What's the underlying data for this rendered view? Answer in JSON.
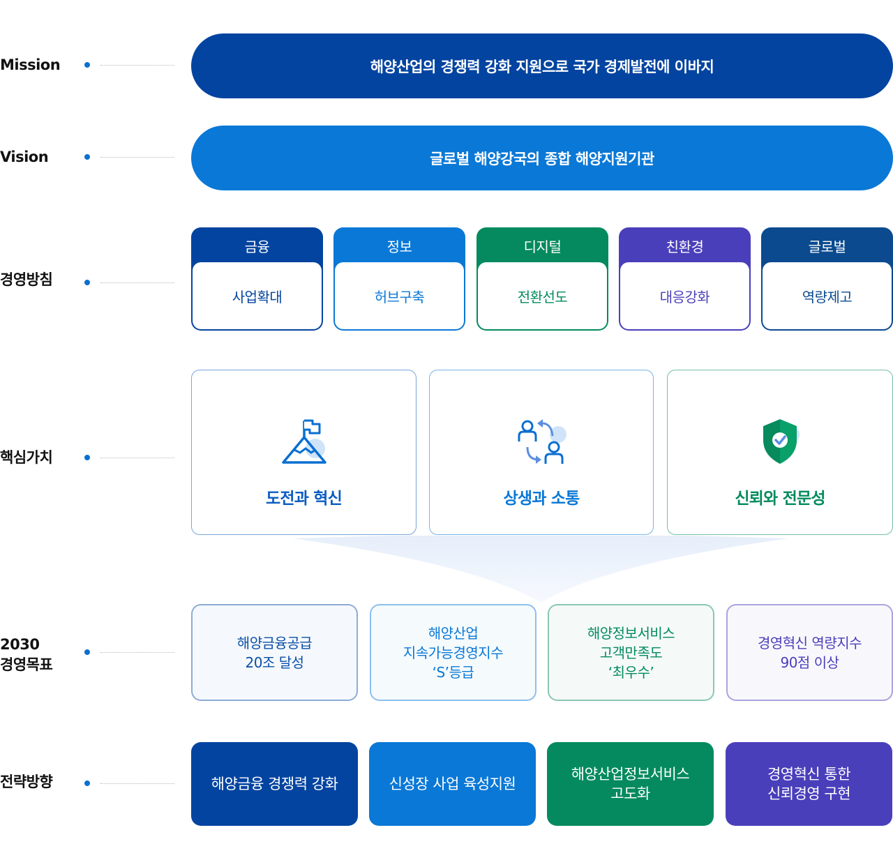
{
  "labels": {
    "mission": "Mission",
    "vision": "Vision",
    "policy": "경영방침",
    "core_values": "핵심가치",
    "goals_line1": "2030",
    "goals_line2": "경영목표",
    "strategy": "전략방향"
  },
  "mission_text": "해양산업의 경쟁력 강화 지원으로 국가 경제발전에 이바지",
  "vision_text": "글로벌 해양강국의 종합 해양지원기관",
  "policies": [
    {
      "head": "금융",
      "body": "사업확대",
      "color": "#0344a0"
    },
    {
      "head": "정보",
      "body": "허브구축",
      "color": "#0a78d6"
    },
    {
      "head": "디지털",
      "body": "전환선도",
      "color": "#048a5e"
    },
    {
      "head": "친환경",
      "body": "대응강화",
      "color": "#4a3fba"
    },
    {
      "head": "글로벌",
      "body": "역량제고",
      "color": "#0b4a8f"
    }
  ],
  "core_values": [
    {
      "text": "도전과 혁신",
      "icon": "mountain-flag-icon",
      "color": "#0a5cc2"
    },
    {
      "text": "상생과 소통",
      "icon": "people-exchange-icon",
      "color": "#0a78d6"
    },
    {
      "text": "신뢰와 전문성",
      "icon": "shield-check-icon",
      "color": "#048a5e"
    }
  ],
  "goals": [
    {
      "text": "해양금융공급\n20조 달성",
      "color": "#0a4fa8"
    },
    {
      "text": "해양산업\n지속가능경영지수\n‘S’등급",
      "color": "#0a78d6"
    },
    {
      "text": "해양정보서비스\n고객만족도\n‘최우수’",
      "color": "#048a5e"
    },
    {
      "text": "경영혁신 역량지수\n90점 이상",
      "color": "#4a3fba"
    }
  ],
  "strategies": [
    {
      "text": "해양금융 경쟁력 강화",
      "color": "#0344a0"
    },
    {
      "text": "신성장 사업 육성지원",
      "color": "#0a78d6"
    },
    {
      "text": "해양산업정보서비스\n고도화",
      "color": "#048a5e"
    },
    {
      "text": "경영혁신 통한\n신뢰경영 구현",
      "color": "#4a3fba"
    }
  ]
}
